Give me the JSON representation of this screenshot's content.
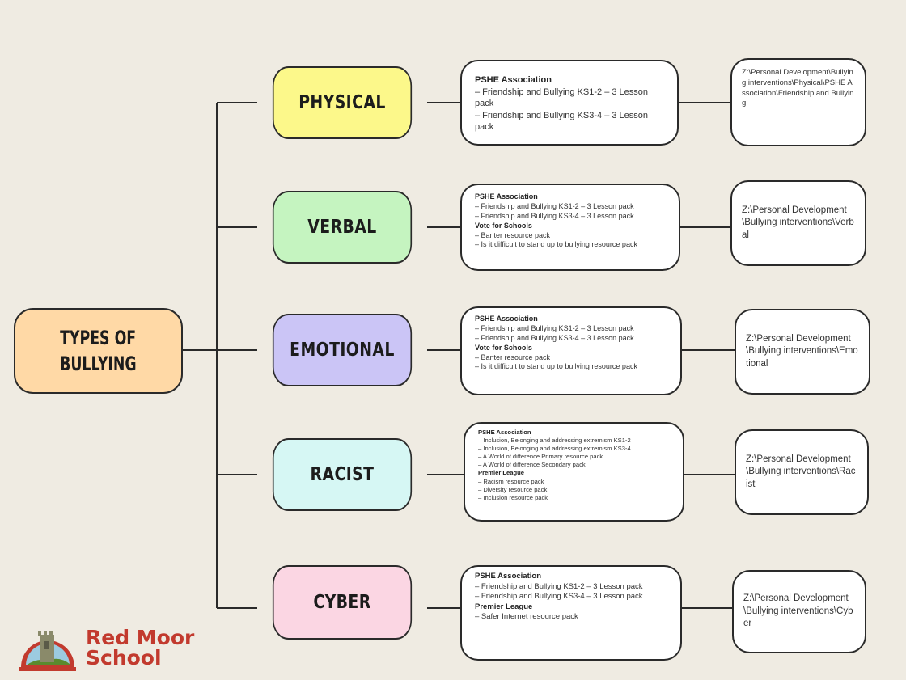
{
  "root": {
    "line1": "TYPES OF",
    "line2": "BULLYING"
  },
  "categories": [
    {
      "label": "PHYSICAL",
      "color": "#fcf88a",
      "resources": [
        {
          "org": "PSHE Association",
          "items": [
            "– Friendship and Bullying KS1-2 – 3 Lesson pack",
            "– Friendship and Bullying KS3-4 – 3 Lesson pack"
          ]
        }
      ],
      "path": "Z:\\Personal Development\\Bullying interventions\\Physical\\PSHE Association\\Friendship and Bullying"
    },
    {
      "label": "VERBAL",
      "color": "#c5f4c0",
      "resources": [
        {
          "org": "PSHE Association",
          "items": [
            "– Friendship and Bullying KS1-2 – 3 Lesson pack",
            "– Friendship and Bullying KS3-4 – 3 Lesson pack"
          ]
        },
        {
          "org": "Vote for Schools",
          "items": [
            "– Banter resource pack",
            "– Is it difficult to stand up to bullying resource pack"
          ]
        }
      ],
      "path": "Z:\\Personal Development\\Bullying interventions\\Verbal"
    },
    {
      "label": "EMOTIONAL",
      "color": "#cbc5f6",
      "resources": [
        {
          "org": "PSHE Association",
          "items": [
            "– Friendship and Bullying KS1-2 – 3 Lesson pack",
            "– Friendship and Bullying KS3-4 – 3 Lesson pack"
          ]
        },
        {
          "org": "Vote for Schools",
          "items": [
            "– Banter resource pack",
            "– Is it difficult to stand up to bullying resource pack"
          ]
        }
      ],
      "path": "Z:\\Personal Development\\Bullying interventions\\Emotional"
    },
    {
      "label": "RACIST",
      "color": "#d6f7f4",
      "resources": [
        {
          "org": "PSHE Association",
          "items": [
            "– Inclusion, Belonging and addressing extremism KS1-2",
            "– Inclusion, Belonging and addressing extremism KS3-4",
            "– A World of difference Primary resource pack",
            "– A World of difference Secondary pack"
          ]
        },
        {
          "org": "Premier League",
          "items": [
            "– Racism resource pack",
            "– Diversity resource pack",
            "– Inclusion resource pack"
          ]
        }
      ],
      "path": "Z:\\Personal Development\\Bullying interventions\\Racist"
    },
    {
      "label": "CYBER",
      "color": "#fbd6e3",
      "resources": [
        {
          "org": "PSHE Association",
          "items": [
            "– Friendship and Bullying KS1-2 – 3 Lesson pack",
            "– Friendship and Bullying KS3-4 – 3 Lesson pack"
          ]
        },
        {
          "org": "Premier League",
          "items": [
            "– Safer Internet resource pack"
          ]
        }
      ],
      "path": "Z:\\Personal Development\\Bullying interventions\\Cyber"
    }
  ],
  "logo": {
    "line1": "Red Moor",
    "line2": "School",
    "brand_color": "#c23a2e"
  }
}
